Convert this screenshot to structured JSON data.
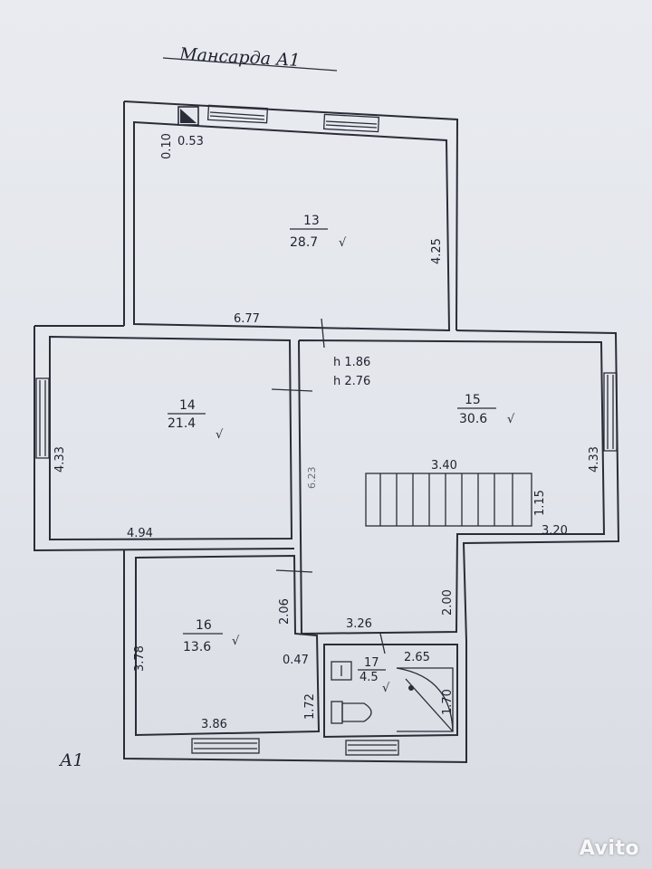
{
  "title": "Мансарда А1",
  "building_mark": "А1",
  "rooms": [
    {
      "number": "13",
      "area": "28.7"
    },
    {
      "number": "14",
      "area": "21.4"
    },
    {
      "number": "15",
      "area": "30.6"
    },
    {
      "number": "16",
      "area": "13.6"
    },
    {
      "number": "17",
      "area": "4.5"
    }
  ],
  "dimensions": {
    "chimney_a": "0.10",
    "chimney_b": "0.53",
    "r13_height": "4.25",
    "r13_width": "6.77",
    "h1": "h 1.86",
    "h2": "h 2.76",
    "r14_height": "4.33",
    "r14_width": "4.94",
    "r15_height": "4.33",
    "stair_length": "3.40",
    "stair_width": "1.15",
    "r15_bottom": "3.20",
    "r15_lower": "2.00",
    "r15_bottom_width": "3.26",
    "r15_pencil": "6.23",
    "door_gap": "2.06",
    "r16_height": "3.78",
    "r16_width": "3.86",
    "bath_gap": "0.47",
    "bath_height": "1.72",
    "shower_width": "2.65",
    "shower_height": "1.70"
  },
  "ticks": "√",
  "watermark": "Avito"
}
